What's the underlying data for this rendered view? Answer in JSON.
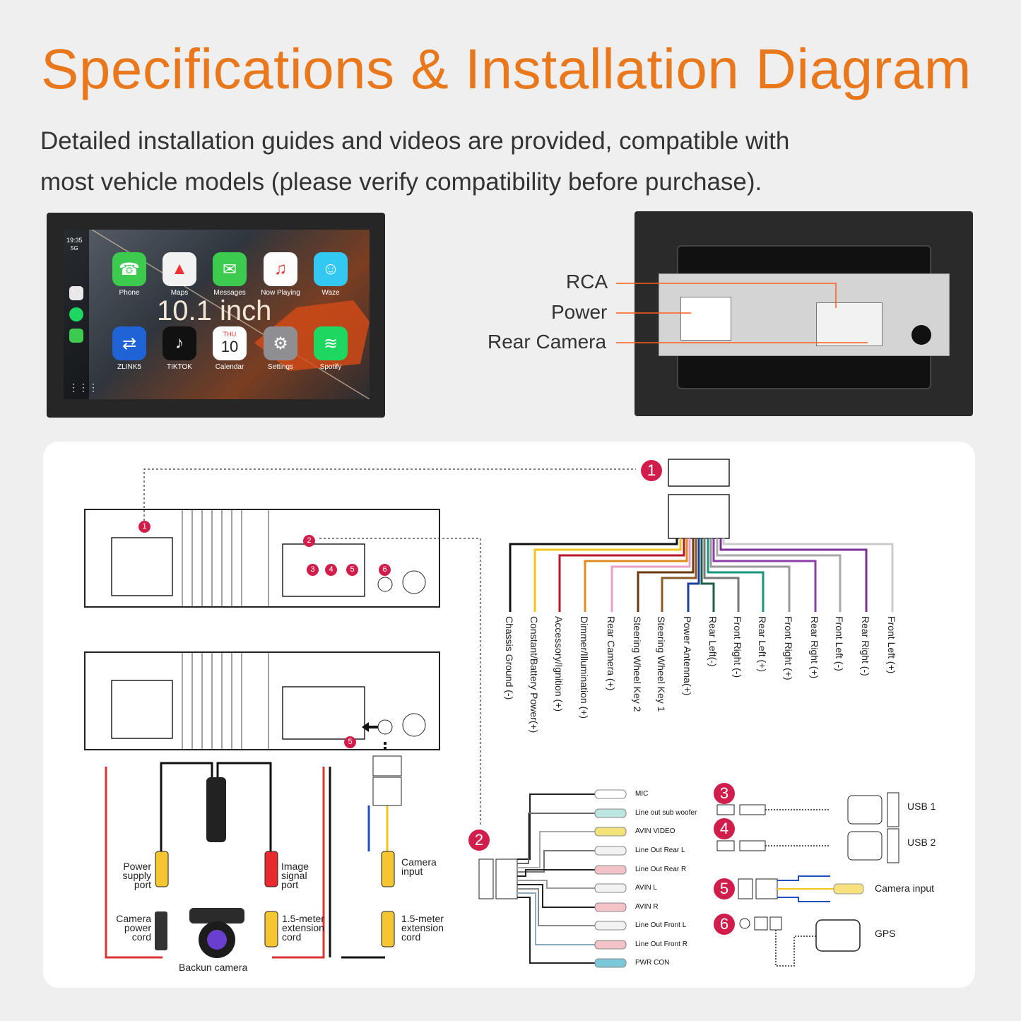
{
  "header": {
    "title": "Specifications & Installation Diagram",
    "subtitle_line1": "Detailed installation guides and videos are provided, compatible with",
    "subtitle_line2": "most vehicle models (please verify compatibility before purchase)."
  },
  "screen": {
    "time": "19:35",
    "signal": "5G",
    "size_label": "10.1 inch",
    "apps": [
      {
        "label": "Phone",
        "icon": "phone-icon",
        "color": "#3ccb4f"
      },
      {
        "label": "Maps",
        "icon": "maps-icon",
        "color": "#f2f2f2"
      },
      {
        "label": "Messages",
        "icon": "messages-icon",
        "color": "#3ccb4f"
      },
      {
        "label": "Now Playing",
        "icon": "now-playing-icon",
        "color": "#fdfdfd"
      },
      {
        "label": "Waze",
        "icon": "waze-icon",
        "color": "#33c8f2"
      },
      {
        "label": "ZLINK5",
        "icon": "zlink-icon",
        "color": "#1f63d6"
      },
      {
        "label": "TIKTOK",
        "icon": "tiktok-icon",
        "color": "#111111"
      },
      {
        "label": "Calendar",
        "icon": "calendar-icon",
        "color": "#ffffff"
      },
      {
        "label": "Settings",
        "icon": "settings-icon",
        "color": "#8e8e93"
      },
      {
        "label": "Spotify",
        "icon": "spotify-icon",
        "color": "#1ed760"
      }
    ],
    "calendar_day": "THU",
    "calendar_date": "10"
  },
  "back_labels": {
    "rca": "RCA",
    "power": "Power",
    "rear_camera": "Rear Camera"
  },
  "badges": [
    "1",
    "2",
    "3",
    "4",
    "5",
    "6"
  ],
  "harness_wires": [
    {
      "label": "Chassis Ground (-)",
      "color": "#111111"
    },
    {
      "label": "Constant/Battery Power(+)",
      "color": "#f0c419"
    },
    {
      "label": "Accessory/Ignition (+)",
      "color": "#b5172a"
    },
    {
      "label": "Dimmer/Illumination (+)",
      "color": "#e08b1f"
    },
    {
      "label": "Rear Camera (+)",
      "color": "#e8a0c8"
    },
    {
      "label": "Steering Wheel Key 2",
      "color": "#6b3a13"
    },
    {
      "label": "Steering Wheel Key 1",
      "color": "#8a5a2a"
    },
    {
      "label": "Power Antenna(+)",
      "color": "#1d3f9e"
    },
    {
      "label": "Rear Left(-)",
      "color": "#1e5e4a"
    },
    {
      "label": "Front Right (-)",
      "color": "#777777"
    },
    {
      "label": "Rear Left (+)",
      "color": "#18937d"
    },
    {
      "label": "Front Right (+)",
      "color": "#999999"
    },
    {
      "label": "Rear Right (+)",
      "color": "#8d3fa8"
    },
    {
      "label": "Front Left (-)",
      "color": "#aaaaaa"
    },
    {
      "label": "Rear Right (-)",
      "color": "#7a3096"
    },
    {
      "label": "Front Left (+)",
      "color": "#cccccc"
    }
  ],
  "rca_outputs": [
    {
      "label": "MIC",
      "color": "#ffffff"
    },
    {
      "label": "Line out sub woofer",
      "color": "#bde6e0"
    },
    {
      "label": "AVIN VIDEO",
      "color": "#f3e27a"
    },
    {
      "label": "Line Out Rear L",
      "color": "#f2f2f2"
    },
    {
      "label": "Line Out Rear R",
      "color": "#f3c3c8"
    },
    {
      "label": "AVIN L",
      "color": "#f2f2f2"
    },
    {
      "label": "AVIN R",
      "color": "#f3c3c8"
    },
    {
      "label": "Line Out Front L",
      "color": "#f2f2f2"
    },
    {
      "label": "Line Out Front R",
      "color": "#f3c3c8"
    },
    {
      "label": "PWR CON",
      "color": "#7ac8d8"
    }
  ],
  "ports": {
    "usb1": "USB 1",
    "usb2": "USB 2",
    "camera_input": "Camera input",
    "gps": "GPS"
  },
  "camera_kit": {
    "power_supply_port": "Power\nsupply\nport",
    "camera_power_cord": "Camera\npower\ncord",
    "image_signal_port": "Image\nsignal\nport",
    "extension_cord_1": "1.5-meter\nextension\ncord",
    "camera_input": "Camera\ninput",
    "extension_cord_2": "1.5-meter\nextension\ncord",
    "backup_camera": "Backun camera"
  }
}
